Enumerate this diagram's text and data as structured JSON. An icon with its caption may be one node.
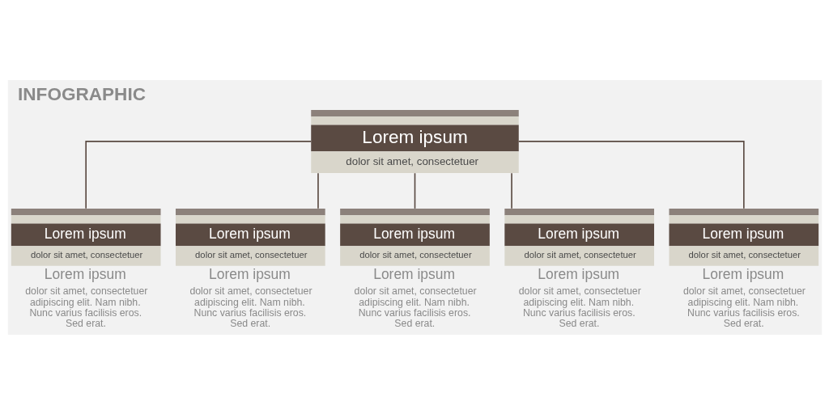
{
  "diagram": {
    "title": "INFOGRAPHIC",
    "nodes": [
      {
        "text": [
          "Lorem ipsum",
          "dolor sit amet, consectetuer"
        ]
      },
      {
        "text": [
          "Lorem ipsum",
          "dolor sit amet, consectetuer"
        ],
        "beside": [
          "Lorem ipsum",
          "dolor sit amet, consectetuer adipiscing elit. Nam nibh. Nunc varius facilisis eros. Sed erat."
        ]
      },
      {
        "text": [
          "Lorem ipsum",
          "dolor sit amet, consectetuer"
        ],
        "beside": [
          "Lorem ipsum",
          "dolor sit amet, consectetuer adipiscing elit. Nam nibh. Nunc varius facilisis eros. Sed erat."
        ]
      },
      {
        "text": [
          "Lorem ipsum",
          "dolor sit amet, consectetuer"
        ],
        "beside": [
          "Lorem ipsum",
          "dolor sit amet, consectetuer adipiscing elit. Nam nibh. Nunc varius facilisis eros. Sed erat."
        ]
      },
      {
        "text": [
          "Lorem ipsum",
          "dolor sit amet, consectetuer"
        ],
        "beside": [
          "Lorem ipsum",
          "dolor sit amet, consectetuer adipiscing elit. Nam nibh. Nunc varius facilisis eros. Sed erat."
        ]
      },
      {
        "text": [
          "Lorem ipsum",
          "dolor sit amet, consectetuer"
        ],
        "beside": [
          "Lorem ipsum",
          "dolor sit amet, consectetuer adipiscing elit. Nam nibh. Nunc varius facilisis eros. Sed erat."
        ]
      }
    ],
    "edges": [
      {
        "from": 0,
        "to": 1,
        "arrow": "none"
      },
      {
        "from": 0,
        "to": 2,
        "arrow": "none"
      },
      {
        "from": 0,
        "to": 3,
        "arrow": "none"
      },
      {
        "from": 0,
        "to": 4,
        "arrow": "none"
      },
      {
        "from": 0,
        "to": 5,
        "arrow": "none"
      }
    ]
  }
}
